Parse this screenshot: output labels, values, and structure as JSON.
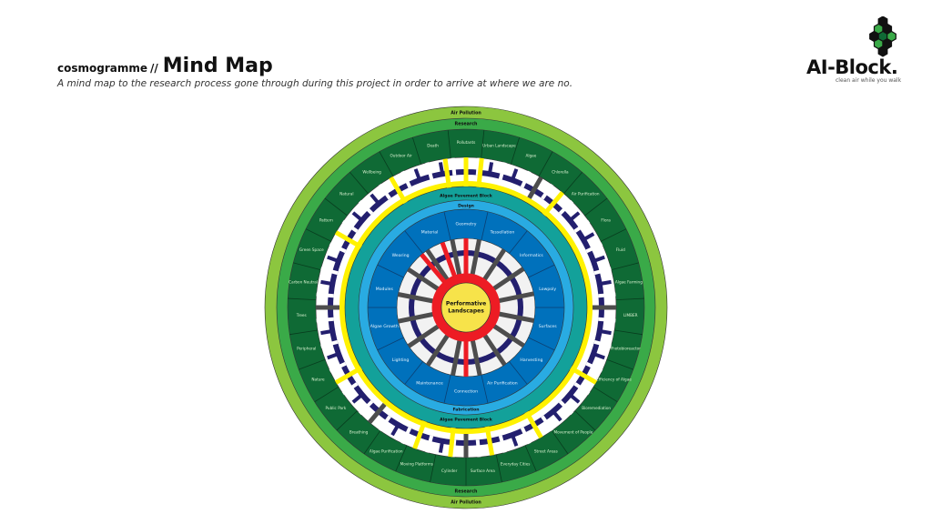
{
  "header": {
    "brand": "cosmogramme",
    "separator": "//",
    "title": "Mind Map",
    "subtitle": "A mind map to the research process gone through during this project in order to arrive at where we are no."
  },
  "logo": {
    "name": "AI-Block.",
    "tagline": "clean air while you walk"
  },
  "colors": {
    "outer_green": "#8cc63f",
    "mid_green": "#3aaa48",
    "dark_green": "#0f6a35",
    "navy": "#231f6e",
    "yellow": "#fff200",
    "teal": "#13a19a",
    "light_blue": "#29abe2",
    "blue": "#0071bc",
    "red": "#ed1c24",
    "grey": "#4d4d4d",
    "center": "#f7e34a"
  },
  "diagram": {
    "outer_label_top": "Air Pollution",
    "outer_label_bottom": "Air Pollution",
    "research_label_top": "Research",
    "research_label_bottom": "Research",
    "research_topics": [
      "Pollutants",
      "Urban Landscape",
      "Algae",
      "Chlorella",
      "Air Purification",
      "Flora",
      "Fluid",
      "Algae Farming",
      "LIMBER",
      "Photobioreactor",
      "Efficiency of Algae",
      "Bioremediation",
      "Movement of People",
      "Street Areas",
      "Everyday Cities",
      "Surface Area",
      "Cylinder",
      "Moving Platforms",
      "Algae Purification",
      "Breathing",
      "Public Park",
      "Nature",
      "Peripheral",
      "Trees",
      "Carbon Neutral",
      "Green Space",
      "Pattern",
      "Natural",
      "Wellbeing",
      "Outdoor Air",
      "Death"
    ],
    "algae_block_top": "Algae Pavement Block",
    "algae_block_bottom": "Algae Pavement Block",
    "design_label": "Design",
    "fabrication_label": "Fabrication",
    "design_topics": [
      "Geometry",
      "Tessellation",
      "Informatics",
      "Lowpoly",
      "Surfaces",
      "Harvesting",
      "Air Purification",
      "Connection",
      "Maintenance",
      "Lighting",
      "Algae Growth",
      "Modules",
      "Wearing",
      "Material"
    ],
    "center_label": "Performative Landscapes"
  }
}
